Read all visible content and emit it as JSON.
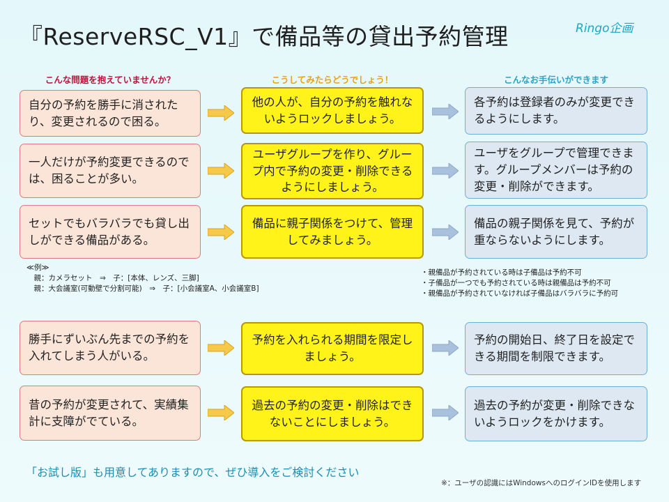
{
  "title": "『ReserveRSC_V1』で備品等の貸出予約管理",
  "brand": "Ringo企画",
  "headers": {
    "problems": "こんな問題を抱えていませんか？",
    "ideas": "こうしてみたらどうでしょう！",
    "benefits": "こんなお手伝いができます"
  },
  "rows": [
    {
      "problem": "自分の予約を勝手に消されたり、変更されるので困る。",
      "idea": "他の人が、自分の予約を触れないようロックしましょう。",
      "benefit": "各予約は登録者のみが変更できるようにします。"
    },
    {
      "problem": "一人だけが予約変更できるのでは、困ることが多い。",
      "idea": "ユーザグループを作り、グループ内で予約の変更・削除できるようにしましょう。",
      "benefit": "ユーザをグループで管理できます。グループメンバーは予約の変更・削除ができます。"
    },
    {
      "problem": "セットでもバラバラでも貸し出しができる備品がある。",
      "idea": "備品に親子関係をつけて、管理してみましょう。",
      "benefit": "備品の親子関係を見て、予約が重ならないようにします。"
    },
    {
      "problem": "勝手にずいぶん先までの予約を入れてしまう人がいる。",
      "idea": "予約を入れられる期間を限定しましょう。",
      "benefit": "予約の開始日、終了日を設定できる期間を制限できます。"
    },
    {
      "problem": "昔の予約が変更されて、実績集計に支障がでている。",
      "idea": "過去の予約の変更・削除はできないことにしましょう。",
      "benefit": "過去の予約が変更・削除できないようロックをかけます。"
    }
  ],
  "example": {
    "label": "≪例≫",
    "line1": "　親：カメラセット　⇒　子：[本体、レンズ、三脚]",
    "line2": "　親：大会議室(可動壁で分割可能)　⇒　子：[小会議室A、小会議室B]"
  },
  "rules": [
    "・親備品が予約されている時は子備品は予約不可",
    "・子備品が一つでも予約されている時は親備品は予約不可",
    "・親備品が予約されていなければ子備品はバラバラに予約可"
  ],
  "footer": {
    "cta": "「お試し版」も用意してありますので、ぜひ導入をご検討ください",
    "note": "※：ユーザの認識にはWindowsへのログインIDを使用します"
  },
  "colors": {
    "problem_fill": "#fbe5d9",
    "idea_fill": "#fff31a",
    "benefit_fill": "#dde8f2",
    "arrow_yellow": "#f6c94a",
    "arrow_blue": "#a9c1dd"
  }
}
